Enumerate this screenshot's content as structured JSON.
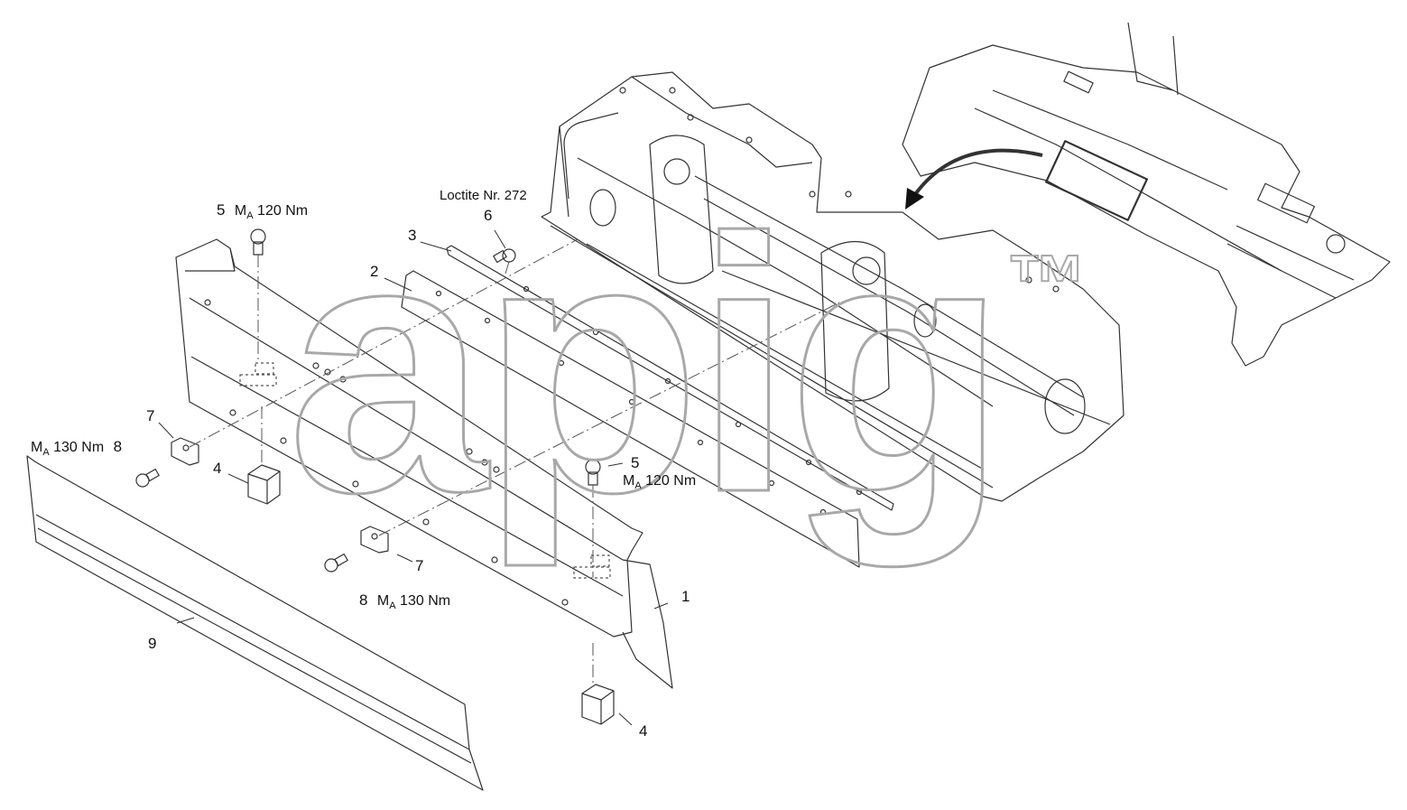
{
  "callouts": {
    "c1": "1",
    "c2": "2",
    "c3": "3",
    "c4a": "4",
    "c4b": "4",
    "c5a": "5",
    "c5b": "5",
    "c6": "6",
    "c7a": "7",
    "c7b": "7",
    "c8a": "8",
    "c8b": "8",
    "c9": "9"
  },
  "annotations": {
    "loctite": "Loctite Nr. 272",
    "torque_prefix": "M",
    "torque_sub": "A",
    "torque_120": "120 Nm",
    "torque_130": "130 Nm"
  },
  "watermark": {
    "text": "apig",
    "tm": "™"
  },
  "colors": {
    "line": "#333333",
    "watermark": "#a8a8a8",
    "background": "#ffffff"
  }
}
